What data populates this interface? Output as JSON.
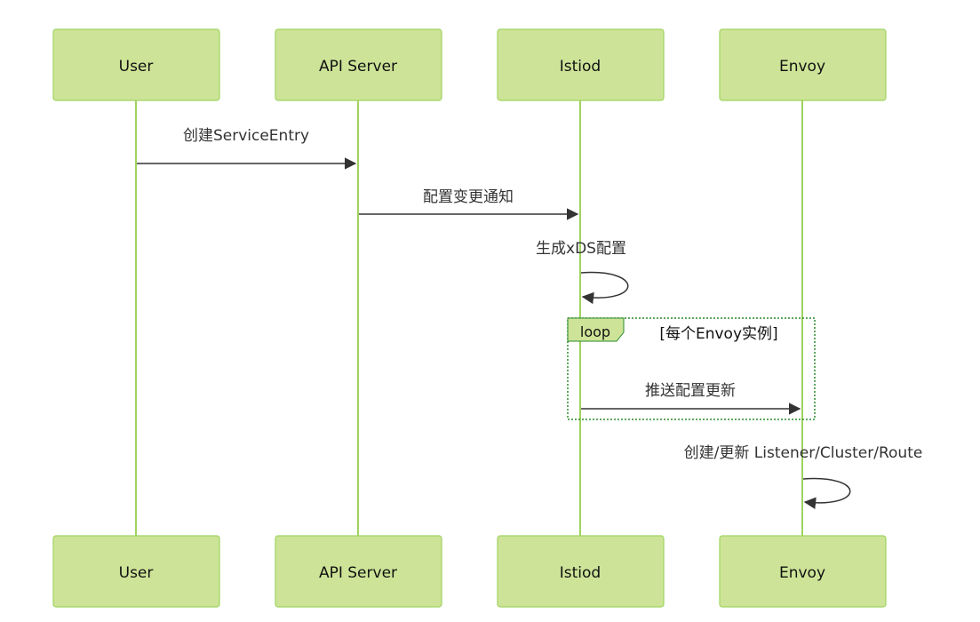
{
  "diagram": {
    "actors": {
      "user": "User",
      "api_server": "API Server",
      "istiod": "Istiod",
      "envoy": "Envoy"
    },
    "messages": {
      "m1": "创建ServiceEntry",
      "m2": "配置变更通知",
      "m3": "生成xDS配置",
      "m4": "推送配置更新",
      "m5": "创建/更新 Listener/Cluster/Route"
    },
    "loop": {
      "tag": "loop",
      "condition": "[每个Envoy实例]"
    }
  }
}
